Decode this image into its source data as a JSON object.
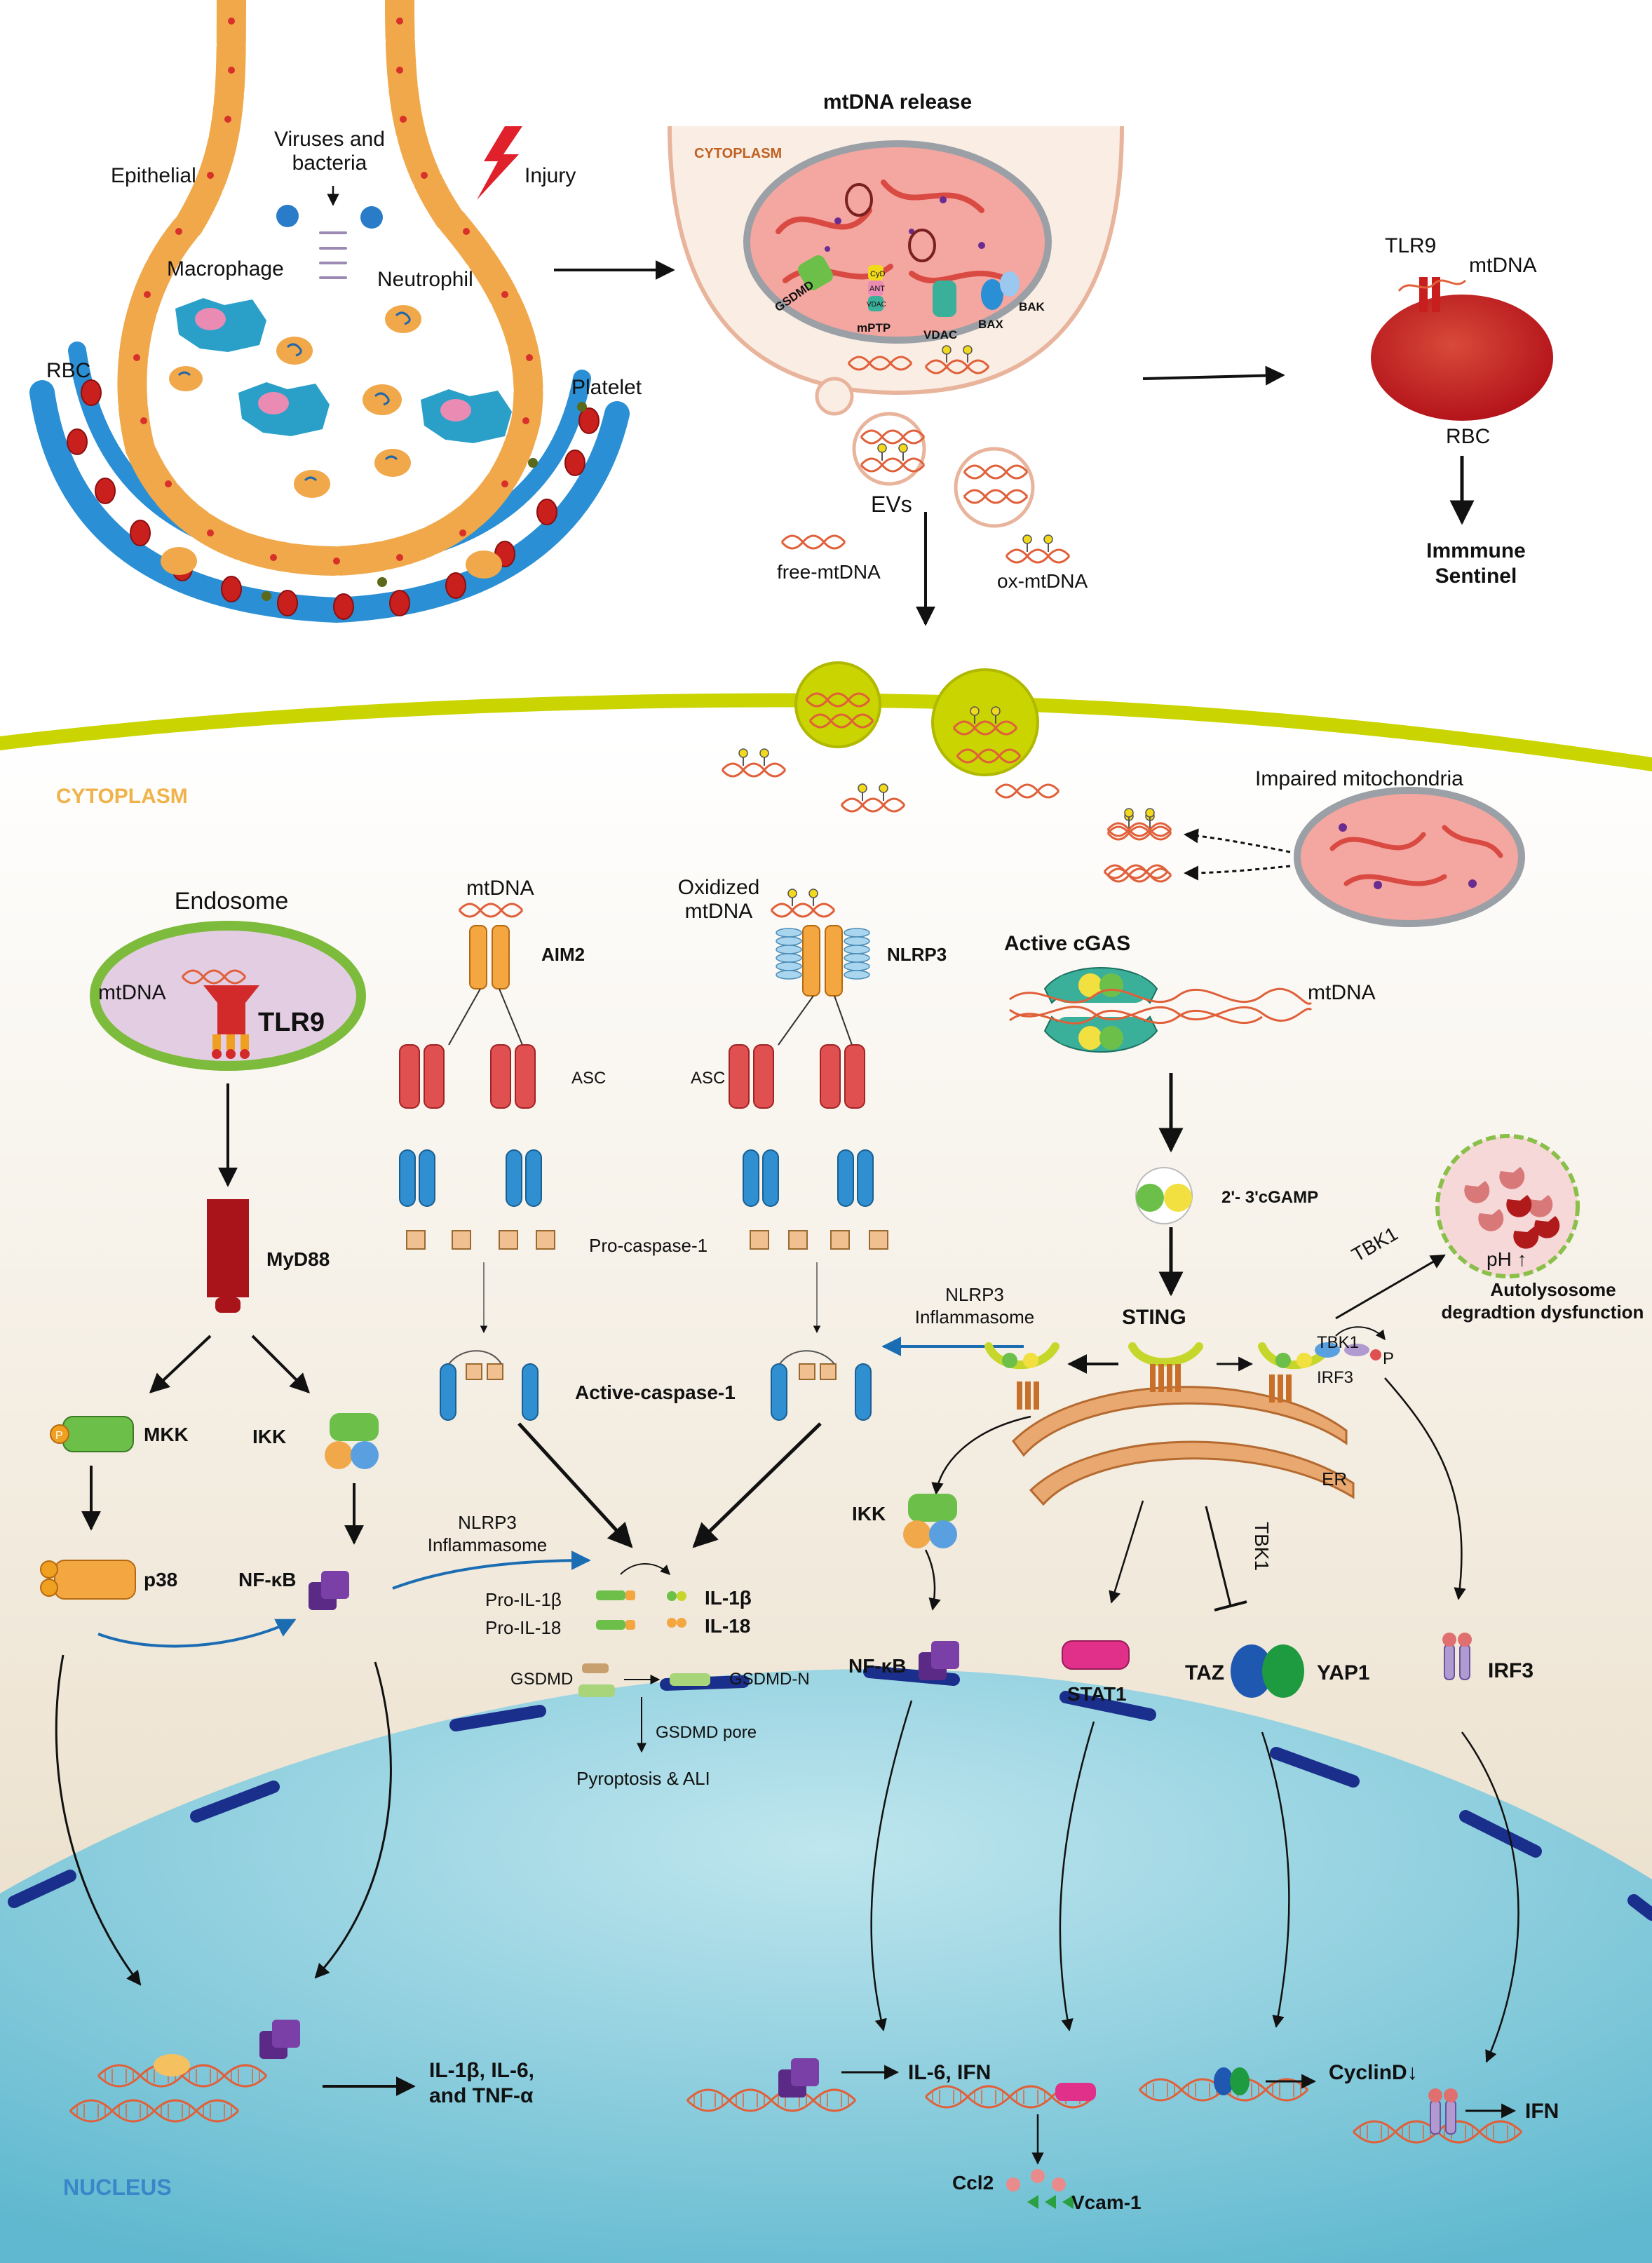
{
  "colors": {
    "cytoplasm_top": "#ffffff",
    "cytoplasm_bottom": "#e9dcc6",
    "nucleus": "#7cc6d8",
    "membrane": "#c9d400",
    "arrow_blue": "#1b6db3",
    "epithelial": "#f0a84a",
    "cell_red": "#d8302a",
    "mito_pink": "#f4a6a0",
    "nucleus_label": "#3a86c8",
    "cytoplasm_label": "#f0b24a",
    "purple": "#6a2c91",
    "green": "#6cc04a",
    "orange": "#f4a640"
  },
  "top_panel": {
    "epithelial": "Epithelial",
    "viruses": "Viruses and bacteria",
    "injury": "Injury",
    "macrophage": "Macrophage",
    "neutrophil": "Neutrophil",
    "rbc": "RBC",
    "platelet": "Platelet",
    "mtdna_release": "mtDNA release",
    "cytoplasm_small": "CYTOPLASM",
    "gsdmd": "GSDMD",
    "cyd": "CyD",
    "ant": "ANT",
    "vdac_small": "VDAC",
    "mptp": "mPTP",
    "vdac": "VDAC",
    "bax": "BAX",
    "bak": "BAK",
    "evs": "EVs",
    "free_mtdna": "free-mtDNA",
    "ox_mtdna": "ox-mtDNA",
    "tlr9": "TLR9",
    "mtdna": "mtDNA",
    "rbc2": "RBC",
    "immune_sentinel": "Immmune Sentinel"
  },
  "cytoplasm_label": "CYTOPLASM",
  "nucleus_label": "NUCLEUS",
  "impaired_mito": "Impaired mitochondria",
  "tlr9_path": {
    "endosome": "Endosome",
    "mtdna": "mtDNA",
    "tlr9": "TLR9",
    "myd88": "MyD88",
    "mkk": "MKK",
    "ikk": "IKK",
    "p38": "p38",
    "nfkb": "NF-κB",
    "output": "IL-1β, IL-6, and TNF-α",
    "p": "P"
  },
  "inflammasome": {
    "mtdna": "mtDNA",
    "aim2": "AIM2",
    "asc1": "ASC",
    "asc2": "ASC",
    "oxidized": "Oxidized mtDNA",
    "nlrp3": "NLRP3",
    "pro_caspase": "Pro-caspase-1",
    "active_caspase": "Active-caspase-1",
    "nlrp3_inflammasome": "NLRP3 Inflammasome",
    "nlrp3_inflammasome2": "NLRP3 Inflammasome",
    "pro_il1b": "Pro-IL-1β",
    "pro_il18": "Pro-IL-18",
    "il1b": "IL-1β",
    "il18": "IL-18",
    "gsdmd": "GSDMD",
    "gsdmd_n": "GSDMD-N",
    "gsdmd_pore": "GSDMD pore",
    "pyroptosis": "Pyroptosis & ALI"
  },
  "cgas": {
    "active_cgas": "Active cGAS",
    "mtdna": "mtDNA",
    "cgamp": "2'- 3'cGAMP",
    "sting": "STING",
    "tbk1": "TBK1",
    "tbk1_b": "TBK1",
    "tbk1_c": "TBK1",
    "irf3_small": "IRF3",
    "p": "P",
    "autolysosome": "Autolysosome degradtion dysfunction",
    "ph": "pH ↑",
    "er": "ER",
    "ikk": "IKK",
    "nfkb": "NF-κB",
    "stat1": "STAT1",
    "taz": "TAZ",
    "yap1": "YAP1",
    "irf3": "IRF3",
    "il6_ifn": "IL-6, IFN",
    "ccl2": "Ccl2",
    "vcam1": "Vcam-1",
    "cyclind": "CyclinD↓",
    "ifn": "IFN"
  }
}
